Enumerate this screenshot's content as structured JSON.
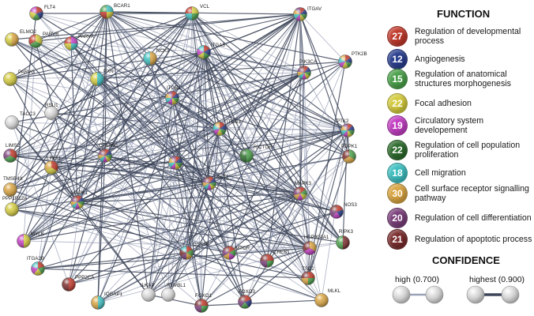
{
  "network": {
    "nodes": [
      {
        "id": "FLT4",
        "colors": [
          "#c0392b",
          "#2b3f8f",
          "#4aa04a",
          "#d4cb3e",
          "#c23ec2"
        ]
      },
      {
        "id": "BCAR1",
        "colors": [
          "#3fbfc0",
          "#d4cb3e",
          "#c0392b",
          "#4aa04a"
        ]
      },
      {
        "id": "VCL",
        "colors": [
          "#d4cb3e",
          "#4aa04a",
          "#3fbfc0",
          "#c0392b"
        ]
      },
      {
        "id": "ITGAV",
        "colors": [
          "#c0392b",
          "#2b3f8f",
          "#4aa04a",
          "#d4cb3e",
          "#c23ec2",
          "#3fbfc0",
          "#d9a441",
          "#7a3f7a"
        ]
      },
      {
        "id": "ELMO2",
        "colors": [
          "#d9a441",
          "#d4cb3e"
        ]
      },
      {
        "id": "PARVB",
        "colors": [
          "#d4cb3e",
          "#4aa04a",
          "#c0392b"
        ]
      },
      {
        "id": "PARVA",
        "colors": [
          "#c23ec2",
          "#3fbfc0",
          "#d4cb3e",
          "#c0392b"
        ]
      },
      {
        "id": "NCK2",
        "colors": [
          "#d9a441",
          "#3fbfc0"
        ]
      },
      {
        "id": "ITGA5",
        "colors": [
          "#c0392b",
          "#2b3f8f",
          "#4aa04a",
          "#d4cb3e",
          "#c23ec2",
          "#3fbfc0"
        ]
      },
      {
        "id": "PTK2B",
        "colors": [
          "#c0392b",
          "#2b3f8f",
          "#4aa04a",
          "#d4cb3e",
          "#c23ec2",
          "#3fbfc0",
          "#d9a441"
        ]
      },
      {
        "id": "PARVG",
        "colors": [
          "#d4cb3e"
        ]
      },
      {
        "id": "PXN",
        "colors": [
          "#3fbfc0",
          "#d4cb3e"
        ]
      },
      {
        "id": "PIK3CA",
        "colors": [
          "#c0392b",
          "#2b3f8f",
          "#4aa04a",
          "#d4cb3e",
          "#c23ec2",
          "#3fbfc0",
          "#d9a441",
          "#7a3f7a",
          "#7a2d2d"
        ]
      },
      {
        "id": "RSU1",
        "colors": [
          "#dcdcdc"
        ]
      },
      {
        "id": "ITGB1",
        "colors": [
          "#c0392b",
          "#2b3f8f",
          "#4aa04a",
          "#d4cb3e",
          "#c23ec2",
          "#3fbfc0",
          "#d9a441",
          "#7a3f7a"
        ]
      },
      {
        "id": "TACC3",
        "colors": [
          "#dcdcdc"
        ]
      },
      {
        "id": "ITGB3",
        "colors": [
          "#c0392b",
          "#2b3f8f",
          "#4aa04a",
          "#d4cb3e",
          "#c23ec2",
          "#3fbfc0",
          "#d9a441"
        ]
      },
      {
        "id": "PTK2",
        "colors": [
          "#c0392b",
          "#2b3f8f",
          "#4aa04a",
          "#d4cb3e",
          "#c23ec2",
          "#3fbfc0",
          "#d9a441",
          "#7a3f7a"
        ]
      },
      {
        "id": "LIMS2",
        "colors": [
          "#c0392b",
          "#4aa04a",
          "#7a3f7a"
        ]
      },
      {
        "id": "CTNNB1",
        "colors": [
          "#c0392b",
          "#2b3f8f",
          "#4aa04a",
          "#d4cb3e",
          "#c23ec2",
          "#3fbfc0",
          "#d9a441",
          "#7a3f7a",
          "#7a2d2d"
        ]
      },
      {
        "id": "RICTOR",
        "colors": [
          "#4aa04a",
          "#2d6b2d"
        ]
      },
      {
        "id": "PDPK1",
        "colors": [
          "#4aa04a",
          "#d9a441",
          "#7a2d2d"
        ]
      },
      {
        "id": "LIMS1",
        "colors": [
          "#c0392b",
          "#d4cb3e",
          "#d9a441"
        ]
      },
      {
        "id": "TMSB4X",
        "colors": [
          "#d9a441"
        ]
      },
      {
        "id": "AKT1",
        "colors": [
          "#c0392b",
          "#2b3f8f",
          "#4aa04a",
          "#d4cb3e",
          "#c23ec2",
          "#3fbfc0",
          "#d9a441",
          "#7a3f7a",
          "#7a2d2d"
        ]
      },
      {
        "id": "PPP1R12A",
        "colors": [
          "#d4cb3e"
        ]
      },
      {
        "id": "MAPK1",
        "colors": [
          "#c0392b",
          "#2b3f8f",
          "#4aa04a",
          "#d4cb3e",
          "#c23ec2",
          "#3fbfc0",
          "#d9a441",
          "#7a3f7a",
          "#7a2d2d"
        ]
      },
      {
        "id": "MAPK3",
        "colors": [
          "#c0392b",
          "#4aa04a",
          "#d4cb3e",
          "#c23ec2",
          "#d9a441",
          "#7a3f7a",
          "#7a2d2d"
        ]
      },
      {
        "id": "NOS3",
        "colors": [
          "#c0392b",
          "#2b3f8f",
          "#c23ec2",
          "#7a3f7a",
          "#7a2d2d"
        ]
      },
      {
        "id": "MYLK",
        "colors": [
          "#d4cb3e",
          "#c23ec2"
        ]
      },
      {
        "id": "RIPK3",
        "colors": [
          "#7a2d2d",
          "#4aa04a"
        ]
      },
      {
        "id": "HSP90AA1",
        "colors": [
          "#d9a441",
          "#c23ec2",
          "#7a2d2d"
        ]
      },
      {
        "id": "GSK3B",
        "colors": [
          "#c0392b",
          "#4aa04a",
          "#d9a441",
          "#7a3f7a",
          "#7a2d2d",
          "#3fbfc0"
        ]
      },
      {
        "id": "CREB1",
        "colors": [
          "#c0392b",
          "#4aa04a",
          "#7a3f7a",
          "#7a2d2d"
        ]
      },
      {
        "id": "MTOR",
        "colors": [
          "#c0392b",
          "#4aa04a",
          "#c23ec2",
          "#d9a441",
          "#7a3f7a",
          "#7a2d2d"
        ]
      },
      {
        "id": "ITGA2B",
        "colors": [
          "#c0392b",
          "#4aa04a",
          "#d4cb3e",
          "#c23ec2",
          "#3fbfc0"
        ]
      },
      {
        "id": "PPP2CA",
        "colors": [
          "#c0392b",
          "#7a2d2d"
        ]
      },
      {
        "id": "TSC2",
        "colors": [
          "#c0392b",
          "#4aa04a",
          "#d9a441",
          "#7a2d2d"
        ]
      },
      {
        "id": "MLKL",
        "colors": [
          "#d9a441"
        ]
      },
      {
        "id": "IQGAP1",
        "colors": [
          "#3fbfc0",
          "#d9a441"
        ]
      },
      {
        "id": "ILKAP",
        "colors": [
          "#dcdcdc"
        ]
      },
      {
        "id": "RUVBL1",
        "colors": [
          "#dcdcdc"
        ]
      },
      {
        "id": "FOXO1",
        "colors": [
          "#c0392b",
          "#4aa04a",
          "#7a3f7a",
          "#7a2d2d"
        ]
      },
      {
        "id": "FOXO3",
        "colors": [
          "#c0392b",
          "#2b3f8f",
          "#4aa04a",
          "#7a3f7a",
          "#7a2d2d"
        ]
      }
    ]
  },
  "legend": {
    "function_title": "FUNCTION",
    "functions": [
      {
        "count": "27",
        "label": "Regulation of developmental process",
        "color": "#c0392b"
      },
      {
        "count": "12",
        "label": "Angiogenesis",
        "color": "#2b3f8f"
      },
      {
        "count": "15",
        "label": "Regulation of anatomical structures morphogenesis",
        "color": "#4aa04a"
      },
      {
        "count": "22",
        "label": "Focal adhesion",
        "color": "#d4cb3e"
      },
      {
        "count": "19",
        "label": "Circulatory system developement",
        "color": "#c23ec2"
      },
      {
        "count": "22",
        "label": "Regulation of cell population proliferation",
        "color": "#2d6b2d"
      },
      {
        "count": "18",
        "label": "Cell migration",
        "color": "#3fbfc0"
      },
      {
        "count": "30",
        "label": "Cell surface receptor signalling pathway",
        "color": "#d9a441"
      },
      {
        "count": "20",
        "label": "Regulation of cell differentiation",
        "color": "#7a3f7a"
      },
      {
        "count": "21",
        "label": "Regulation of apoptotic process",
        "color": "#7a2d2d"
      }
    ],
    "confidence_title": "CONFIDENCE",
    "confidence": [
      {
        "label": "high (0.700)"
      },
      {
        "label": "highest (0.900)"
      }
    ]
  }
}
